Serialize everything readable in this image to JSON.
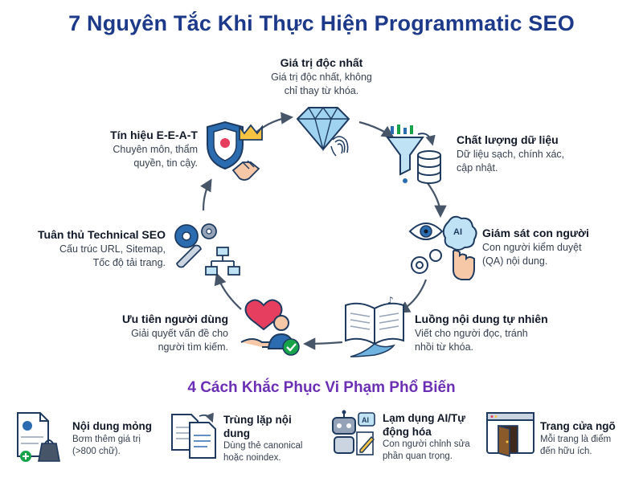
{
  "title": "7 Nguyên Tắc Khi Thực Hiện Programmatic SEO",
  "colors": {
    "navy": "#1d3a8a",
    "purple": "#6b2fb3",
    "blue": "#2b6cb0",
    "arrow": "#475569",
    "green": "#16a34a",
    "red": "#e53e5e"
  },
  "principles": [
    {
      "title": "Giá trị độc nhất",
      "desc": [
        "Giá trị độc nhất, không",
        "chỉ thay từ khóa."
      ],
      "icon": "diamond-fingerprint-icon"
    },
    {
      "title": "Chất lượng dữ liệu",
      "desc": [
        "Dữ liệu sạch, chính xác,",
        "cập nhật."
      ],
      "icon": "funnel-database-icon"
    },
    {
      "title": "Giám sát con người",
      "desc": [
        "Con người kiểm duyệt",
        "(QA) nội dung."
      ],
      "icon": "eye-ai-brain-icon"
    },
    {
      "title": "Luồng nội dung tự nhiên",
      "desc": [
        "Viết cho người đọc, tránh",
        "nhồi từ khóa."
      ],
      "icon": "book-flow-icon"
    },
    {
      "title": "Ưu tiên người dùng",
      "desc": [
        "Giải quyết vấn đề cho",
        "người tìm kiếm."
      ],
      "icon": "heart-user-icon"
    },
    {
      "title": "Tuân thủ Technical SEO",
      "desc": [
        "Cấu trúc URL, Sitemap,",
        "Tốc độ tải trang."
      ],
      "icon": "gears-sitemap-icon"
    },
    {
      "title": "Tín hiệu E-E-A-T",
      "desc": [
        "Chuyên môn, thẩm",
        "quyền, tin cậy."
      ],
      "icon": "shield-crown-handshake-icon"
    }
  ],
  "section_title": "4 Cách Khắc Phục Vi Phạm Phổ Biến",
  "fixes": [
    {
      "title": [
        "Nội dung mỏng"
      ],
      "desc": [
        "Bơm thêm giá trị",
        "(>800 chữ)."
      ],
      "icon": "document-weight-icon"
    },
    {
      "title": [
        "Trùng lặp nội",
        "dung"
      ],
      "desc": [
        "Dùng thẻ canonical",
        "hoặc noindex."
      ],
      "icon": "duplicate-documents-icon"
    },
    {
      "title": [
        "Lạm dụng AI/Tự",
        "động hóa"
      ],
      "desc": [
        "Con người chỉnh sửa",
        "phần quan trọng."
      ],
      "icon": "ai-robot-editor-icon"
    },
    {
      "title": [
        "Trang cửa ngõ"
      ],
      "desc": [
        "Mỗi trang là điểm",
        "đến hữu ích."
      ],
      "icon": "browser-door-icon"
    }
  ]
}
